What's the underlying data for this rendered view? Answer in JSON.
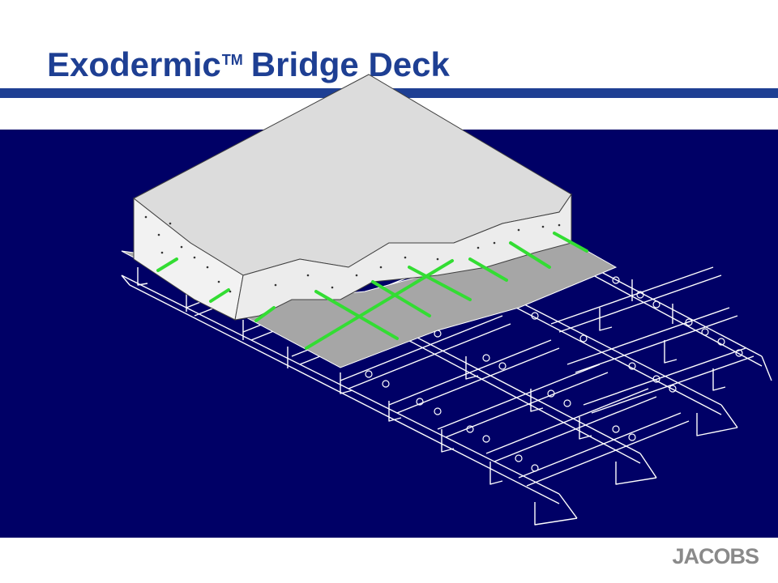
{
  "slide": {
    "title": "Exodermic",
    "trademark": "TM",
    "title_rest": "Bridge Deck"
  },
  "drawing": {
    "subject": "isometric bridge deck cutaway",
    "icon": "bridge-deck-drawing-icon"
  },
  "footer": {
    "logo": "JACOBS"
  },
  "colors": {
    "title": "#1e3f93",
    "bar": "#1e3f93",
    "panel": "#000066",
    "concrete": "#d9d9d9",
    "rebar": "#33dd33",
    "steel_line": "#ffffff",
    "logo": "#8a8a8a"
  }
}
